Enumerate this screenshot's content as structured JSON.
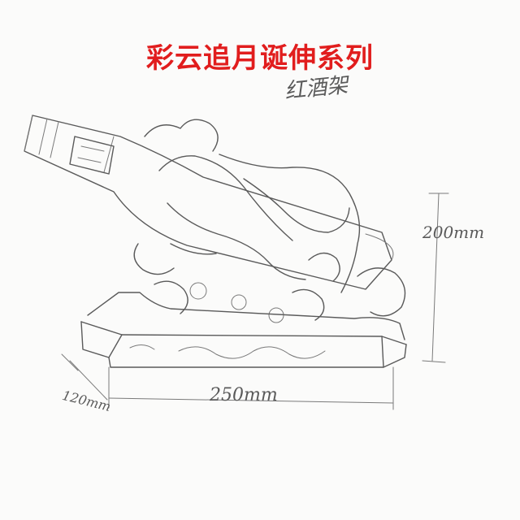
{
  "title": "彩云追月诞伸系列",
  "subtitle": "红酒架",
  "dimensions": {
    "height": "200mm",
    "width": "250mm",
    "depth": "120mm"
  },
  "colors": {
    "title": "#e11d1d",
    "pencil": "#5a5a5a"
  }
}
